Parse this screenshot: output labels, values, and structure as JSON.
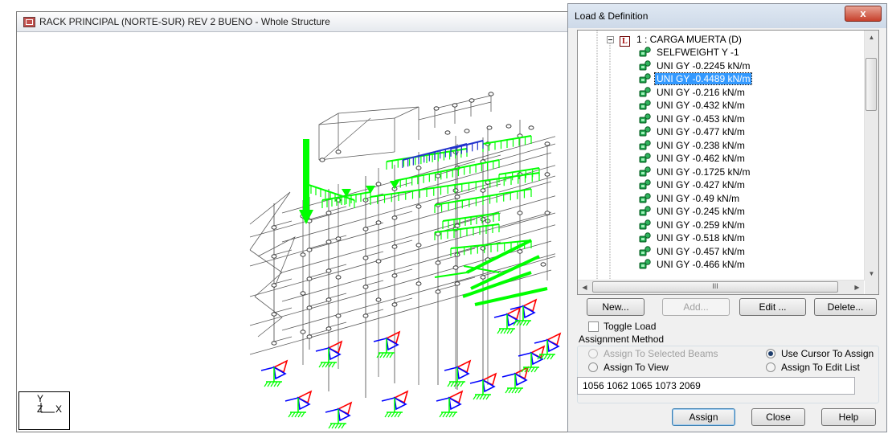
{
  "viewport": {
    "title": "RACK PRINCIPAL (NORTE-SUR) REV 2 BUENO - Whole Structure",
    "axis": {
      "y": "Y",
      "z": "Z",
      "x": "X"
    }
  },
  "dialog": {
    "title": "Load & Definition",
    "close_glyph": "x",
    "tree": {
      "root": {
        "label": "1 : CARGA MUERTA (D)",
        "icon": "load-case-L-icon",
        "icon_letter": "L"
      },
      "items": [
        {
          "label": "SELFWEIGHT Y -1",
          "selected": false
        },
        {
          "label": "UNI GY -0.2245 kN/m",
          "selected": false
        },
        {
          "label": "UNI GY -0.4489 kN/m",
          "selected": true
        },
        {
          "label": "UNI GY -0.216 kN/m",
          "selected": false
        },
        {
          "label": "UNI GY -0.432 kN/m",
          "selected": false
        },
        {
          "label": "UNI GY -0.453 kN/m",
          "selected": false
        },
        {
          "label": "UNI GY -0.477 kN/m",
          "selected": false
        },
        {
          "label": "UNI GY -0.238 kN/m",
          "selected": false
        },
        {
          "label": "UNI GY -0.462 kN/m",
          "selected": false
        },
        {
          "label": "UNI GY -0.1725 kN/m",
          "selected": false
        },
        {
          "label": "UNI GY -0.427 kN/m",
          "selected": false
        },
        {
          "label": "UNI GY -0.49 kN/m",
          "selected": false
        },
        {
          "label": "UNI GY -0.245 kN/m",
          "selected": false
        },
        {
          "label": "UNI GY -0.259 kN/m",
          "selected": false
        },
        {
          "label": "UNI GY -0.518 kN/m",
          "selected": false
        },
        {
          "label": "UNI GY -0.457 kN/m",
          "selected": false
        },
        {
          "label": "UNI GY -0.466 kN/m",
          "selected": false
        }
      ],
      "hscroll_grip": "III"
    },
    "buttons": {
      "new": "New...",
      "add": "Add...",
      "edit": "Edit ...",
      "delete": "Delete..."
    },
    "toggle_load": {
      "label": "Toggle Load",
      "checked": false
    },
    "assignment": {
      "legend": "Assignment Method",
      "options": [
        {
          "label": "Assign To Selected Beams",
          "checked": false,
          "enabled": false
        },
        {
          "label": "Use Cursor To Assign",
          "checked": true,
          "enabled": true
        },
        {
          "label": "Assign To View",
          "checked": false,
          "enabled": true
        },
        {
          "label": "Assign To Edit List",
          "checked": false,
          "enabled": true
        }
      ],
      "edit_list_value": "1056 1062 1065 1073 2069"
    },
    "footer": {
      "assign": "Assign",
      "close": "Close",
      "help": "Help"
    }
  },
  "colors": {
    "load_green": "#00ff00",
    "load_blue": "#2233cc",
    "support_red": "#ff0000",
    "support_blue": "#0000ff",
    "selection": "#3399ff"
  }
}
